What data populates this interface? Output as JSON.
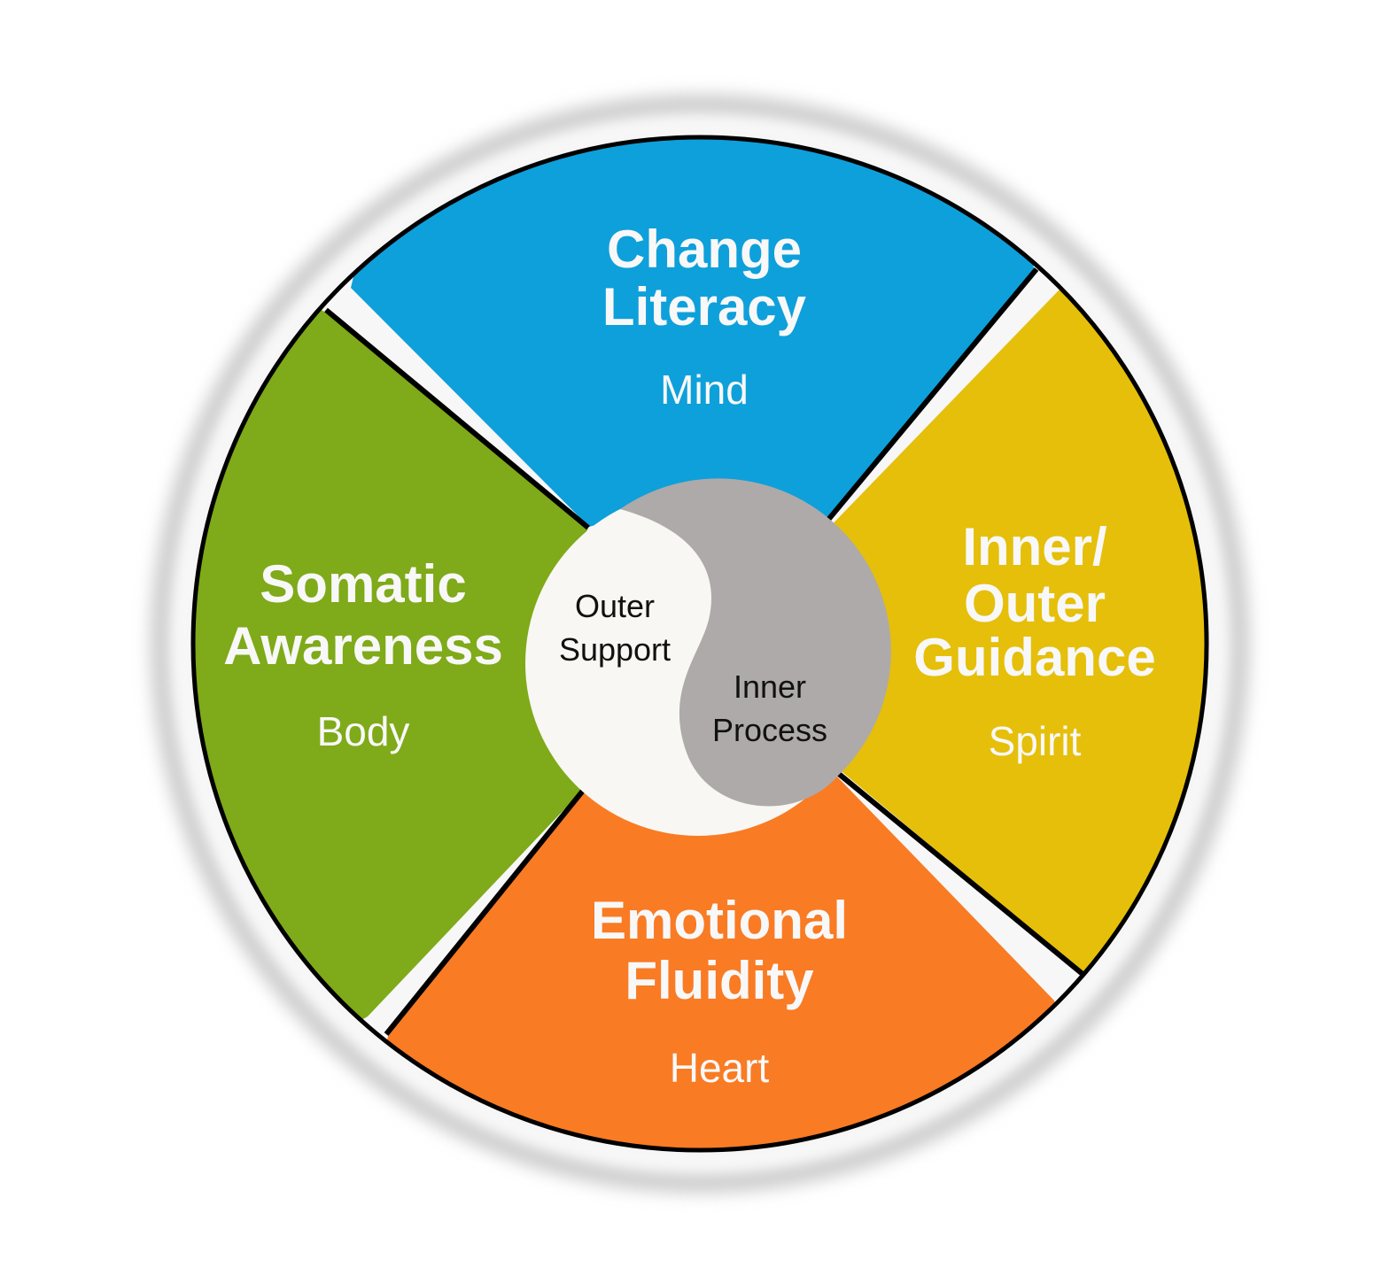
{
  "diagram": {
    "type": "wheel",
    "colors": {
      "background": "#ffffff",
      "gap": "#f7f7f7",
      "outline": "#000000",
      "shadow": "#d0d0d0",
      "text_light": "#f8f8f8",
      "text_dark": "#111111"
    },
    "segments": [
      {
        "id": "mind",
        "position": "top",
        "title_lines": [
          "Change",
          "Literacy"
        ],
        "subtitle": "Mind",
        "color": "#0ea0da"
      },
      {
        "id": "spirit",
        "position": "right",
        "title_lines": [
          "Inner/",
          "Outer",
          "Guidance"
        ],
        "subtitle": "Spirit",
        "color": "#e5bf0a"
      },
      {
        "id": "heart",
        "position": "bottom",
        "title_lines": [
          "Emotional",
          "Fluidity"
        ],
        "subtitle": "Heart",
        "color": "#f97b24"
      },
      {
        "id": "body",
        "position": "left",
        "title_lines": [
          "Somatic",
          "Awareness"
        ],
        "subtitle": "Body",
        "color": "#7faa19"
      }
    ],
    "center": {
      "light_half": {
        "lines": [
          "Outer",
          "Support"
        ],
        "color": "#f8f7f3"
      },
      "dark_half": {
        "lines": [
          "Inner",
          "Process"
        ],
        "color": "#aeaaa9"
      }
    }
  }
}
